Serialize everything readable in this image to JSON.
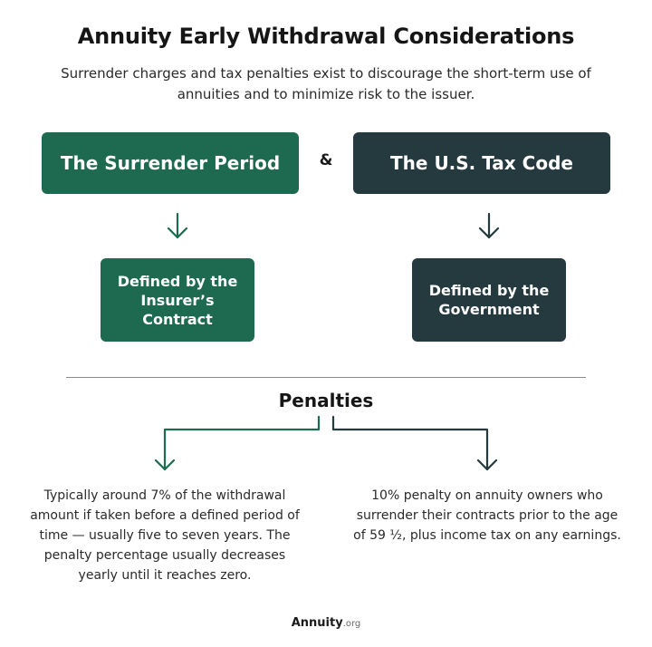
{
  "title": "Annuity Early Withdrawal Considerations",
  "subtitle": "Surrender charges and tax penalties exist to discourage the short-term use of annuities and to minimize risk to the issuer.",
  "ampersand": "&",
  "left_branch": {
    "top_label": "The Surrender Period",
    "sub_label": "Defined by the Insurer’s Contract",
    "color": "#1d6a50"
  },
  "right_branch": {
    "top_label": "The U.S. Tax Code",
    "sub_label": "Defined by the Government",
    "color": "#253a3e"
  },
  "penalties": {
    "heading": "Penalties",
    "left_text": "Typically around 7% of the withdrawal amount if taken before a defined period of time — usually five to seven years. The penalty percentage usually decreases yearly until it reaches zero.",
    "right_text": "10% penalty on annuity owners who surrender their contracts prior to the age of 59 ½, plus income tax on any earnings."
  },
  "footer": {
    "brand": "Annuity",
    "tld": ".org"
  }
}
